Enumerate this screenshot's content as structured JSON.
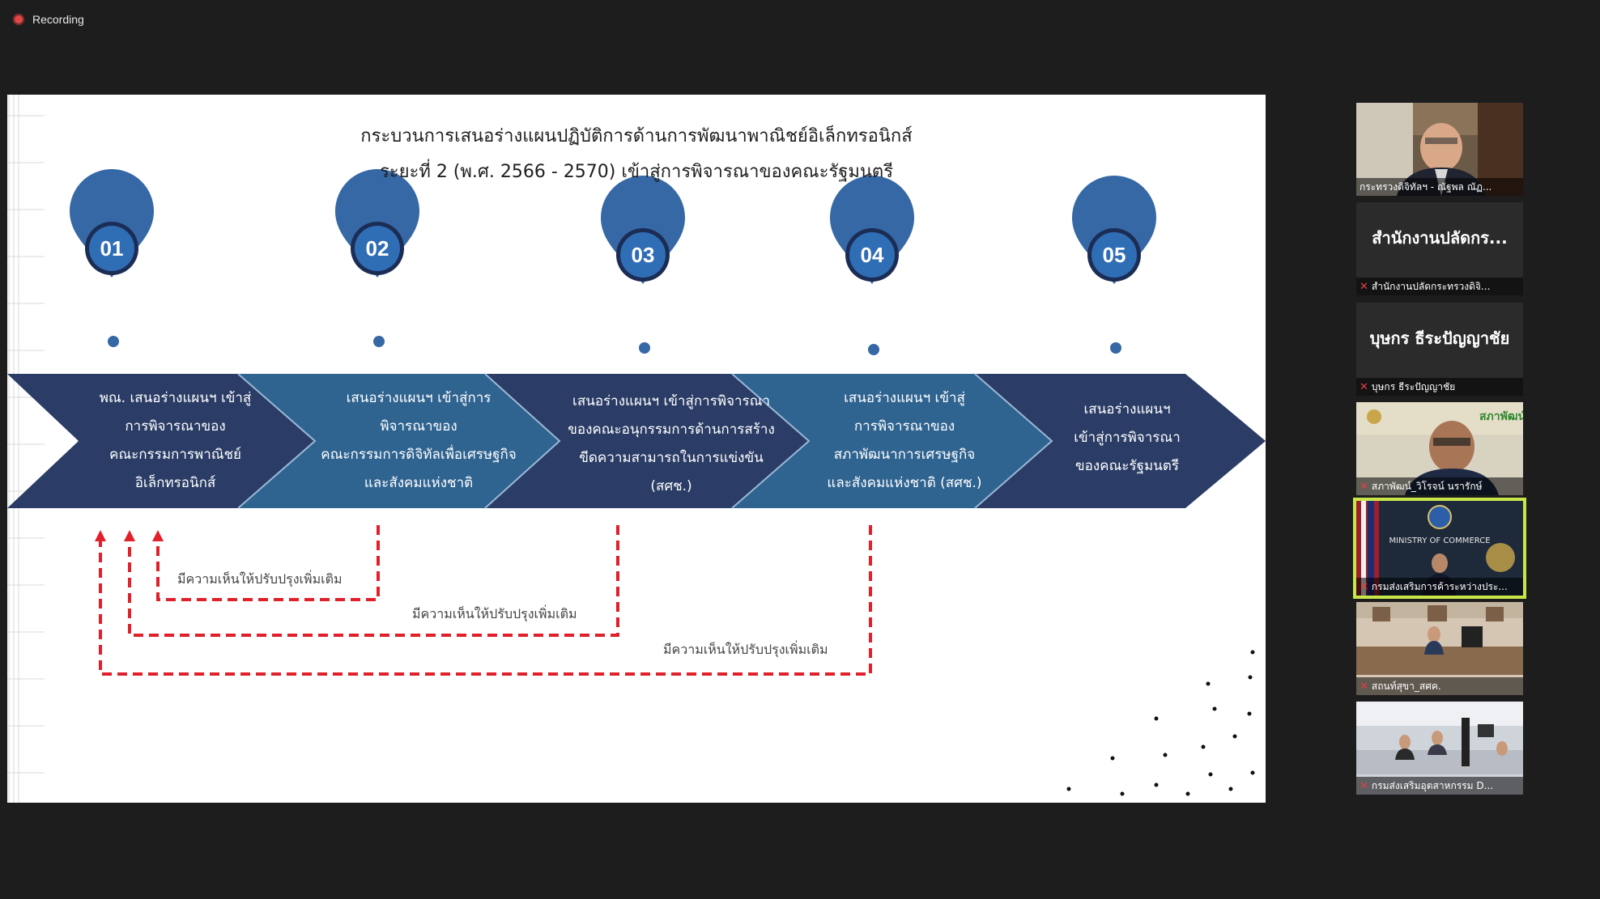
{
  "recording": {
    "label": "Recording"
  },
  "slide": {
    "title_line1": "กระบวนการเสนอร่างแผนปฏิบัติการด้านการพัฒนาพาณิชย์อิเล็กทรอนิกส์",
    "title_line2": "ระยะที่ 2 (พ.ศ. 2566 - 2570) เข้าสู่การพิจารณาของคณะรัฐมนตรี",
    "steps": [
      {
        "number": "01",
        "text": "พณ. เสนอร่างแผนฯ เข้าสู่\nการพิจารณาของ\nคณะกรรมการพาณิชย์\nอิเล็กทรอนิกส์"
      },
      {
        "number": "02",
        "text": "เสนอร่างแผนฯ เข้าสู่การ\nพิจารณาของ\nคณะกรรมการดิจิทัลเพื่อเศรษฐกิจ\nและสังคมแห่งชาติ"
      },
      {
        "number": "03",
        "text": "เสนอร่างแผนฯ เข้าสู่การพิจารณา\nของคณะอนุกรรมการด้านการสร้าง\nขีดความสามารถในการแข่งขัน\n(สศช.)"
      },
      {
        "number": "04",
        "text": "เสนอร่างแผนฯ เข้าสู่\nการพิจารณาของ\nสภาพัฒนาการเศรษฐกิจ\nและสังคมแห่งชาติ (สศช.)"
      },
      {
        "number": "05",
        "text": "เสนอร่างแผนฯ\nเข้าสู่การพิจารณา\nของคณะรัฐมนตรี"
      }
    ],
    "feedback": [
      "มีความเห็นให้ปรับปรุงเพิ่มเติม",
      "มีความเห็นให้ปรับปรุงเพิ่มเติม",
      "มีความเห็นให้ปรับปรุงเพิ่มเติม"
    ],
    "colors": {
      "dark_navy": "#2b3d66",
      "mid_blue": "#2f6390",
      "pin": "#3668a6",
      "dash_red": "#e0202a"
    }
  },
  "participants": [
    {
      "name": "กระทรวงดิจิทัลฯ - ณัฐพล ณัฏ...",
      "video": true,
      "muted": false
    },
    {
      "display": "สำนักงานปลัดกร...",
      "name": "สำนักงานปลัดกระทรวงดิจิ...",
      "video": false,
      "muted": true
    },
    {
      "display": "บุษกร ธีระปัญญาชัย",
      "name": "บุษกร ธีระปัญญาชัย",
      "video": false,
      "muted": true
    },
    {
      "name": "สภาพัฒน์_วิโรจน์ นรารักษ์",
      "video": true,
      "muted": true,
      "logo_text": "สภาพัฒน์"
    },
    {
      "name": "กรมส่งเสริมการค้าระหว่างประ...",
      "video": true,
      "muted": true,
      "active": true,
      "banner": "MINISTRY OF COMMERCE"
    },
    {
      "name": "สถนท์สุขา_สศค.",
      "video": true,
      "muted": true
    },
    {
      "name": "กรมส่งเสริมอุตสาหกรรม D...",
      "video": true,
      "muted": true
    }
  ]
}
